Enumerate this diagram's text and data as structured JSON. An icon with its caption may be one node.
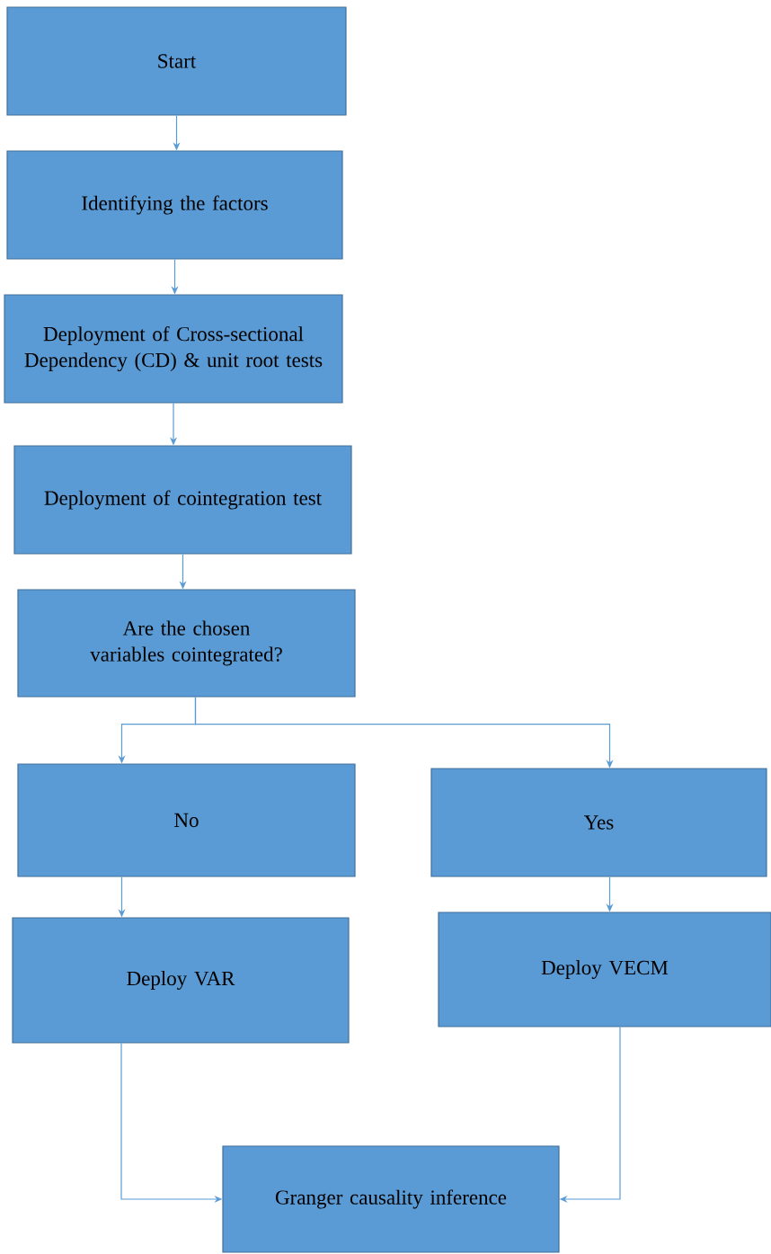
{
  "diagram": {
    "nodes": [
      {
        "text": [
          "Start"
        ]
      },
      {
        "text": [
          "Identifying the factors"
        ]
      },
      {
        "text": [
          "Deployment of Cross-sectional Dependency (CD) & unit root tests"
        ]
      },
      {
        "text": [
          "Deployment of cointegration test"
        ]
      },
      {
        "text": [
          "Are the chosen variables cointegrated?"
        ]
      },
      {
        "text": [
          "No"
        ]
      },
      {
        "text": [
          "Yes"
        ]
      },
      {
        "text": [
          "Deploy VAR"
        ]
      },
      {
        "text": [
          "Deploy VECM"
        ]
      },
      {
        "text": [
          "Granger causality inference"
        ]
      }
    ],
    "edges": [
      {
        "from": 0,
        "to": 1,
        "arrow": "to"
      },
      {
        "from": 1,
        "to": 2,
        "arrow": "to"
      },
      {
        "from": 2,
        "to": 3,
        "arrow": "to"
      },
      {
        "from": 3,
        "to": 4,
        "arrow": "to"
      },
      {
        "from": 4,
        "to": 5,
        "arrow": "to"
      },
      {
        "from": 4,
        "to": 6,
        "arrow": "to"
      },
      {
        "from": 5,
        "to": 7,
        "arrow": "to"
      },
      {
        "from": 6,
        "to": 8,
        "arrow": "to"
      },
      {
        "from": 7,
        "to": 9,
        "arrow": "to"
      },
      {
        "from": 8,
        "to": 9,
        "arrow": "to"
      }
    ]
  }
}
